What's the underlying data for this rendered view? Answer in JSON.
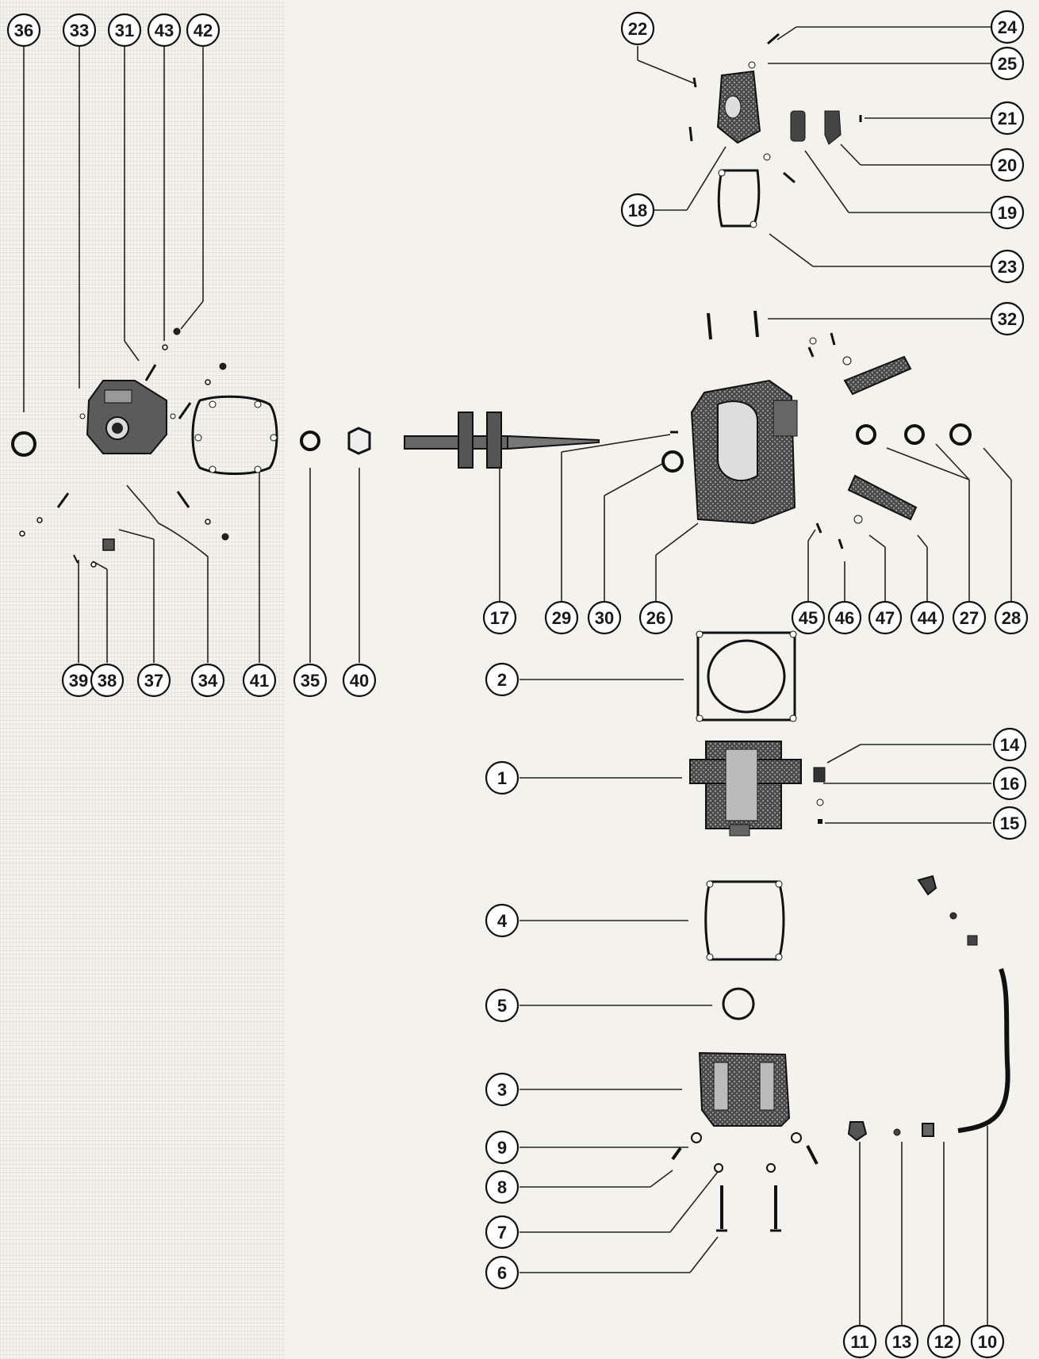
{
  "diagram": {
    "callouts": [
      {
        "id": "c36",
        "label": "36"
      },
      {
        "id": "c33",
        "label": "33"
      },
      {
        "id": "c31",
        "label": "31"
      },
      {
        "id": "c43",
        "label": "43"
      },
      {
        "id": "c42",
        "label": "42"
      },
      {
        "id": "c22",
        "label": "22"
      },
      {
        "id": "c24",
        "label": "24"
      },
      {
        "id": "c25",
        "label": "25"
      },
      {
        "id": "c21",
        "label": "21"
      },
      {
        "id": "c20",
        "label": "20"
      },
      {
        "id": "c18",
        "label": "18"
      },
      {
        "id": "c19",
        "label": "19"
      },
      {
        "id": "c23",
        "label": "23"
      },
      {
        "id": "c32",
        "label": "32"
      },
      {
        "id": "c17",
        "label": "17"
      },
      {
        "id": "c29",
        "label": "29"
      },
      {
        "id": "c30",
        "label": "30"
      },
      {
        "id": "c26",
        "label": "26"
      },
      {
        "id": "c45",
        "label": "45"
      },
      {
        "id": "c46",
        "label": "46"
      },
      {
        "id": "c47",
        "label": "47"
      },
      {
        "id": "c44",
        "label": "44"
      },
      {
        "id": "c27",
        "label": "27"
      },
      {
        "id": "c28",
        "label": "28"
      },
      {
        "id": "c39",
        "label": "39"
      },
      {
        "id": "c38",
        "label": "38"
      },
      {
        "id": "c37",
        "label": "37"
      },
      {
        "id": "c34",
        "label": "34"
      },
      {
        "id": "c41",
        "label": "41"
      },
      {
        "id": "c35",
        "label": "35"
      },
      {
        "id": "c40",
        "label": "40"
      },
      {
        "id": "c2",
        "label": "2"
      },
      {
        "id": "c1",
        "label": "1"
      },
      {
        "id": "c14",
        "label": "14"
      },
      {
        "id": "c16",
        "label": "16"
      },
      {
        "id": "c15",
        "label": "15"
      },
      {
        "id": "c4",
        "label": "4"
      },
      {
        "id": "c5",
        "label": "5"
      },
      {
        "id": "c3",
        "label": "3"
      },
      {
        "id": "c9",
        "label": "9"
      },
      {
        "id": "c8",
        "label": "8"
      },
      {
        "id": "c7",
        "label": "7"
      },
      {
        "id": "c6",
        "label": "6"
      },
      {
        "id": "c11",
        "label": "11"
      },
      {
        "id": "c13",
        "label": "13"
      },
      {
        "id": "c12",
        "label": "12"
      },
      {
        "id": "c10",
        "label": "10"
      }
    ]
  }
}
